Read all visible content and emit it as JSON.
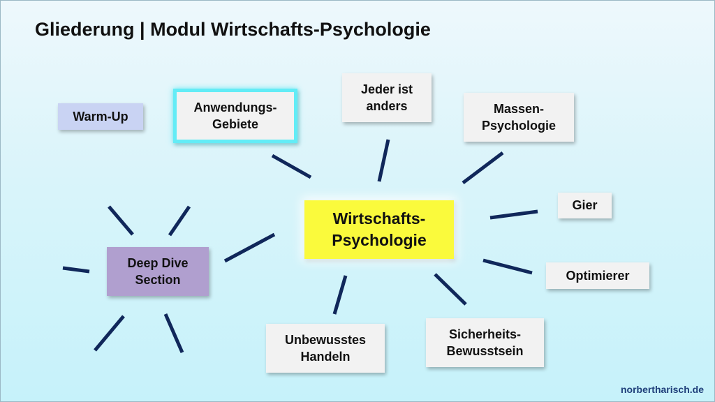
{
  "title": "Gliederung | Modul Wirtschafts-Psychologie",
  "center": "Wirtschafts-\nPsychologie",
  "nodes": {
    "warm_up": "Warm-Up",
    "anwendungsgebiete": "Anwendungs-\nGebiete",
    "jeder_ist_anders": "Jeder ist\nanders",
    "massenpsychologie": "Massen-\nPsychologie",
    "gier": "Gier",
    "optimierer": "Optimierer",
    "sicherheitsbewusstsein": "Sicherheits-\nBewusstsein",
    "unbewusstes_handeln": "Unbewusstes\nHandeln",
    "deep_dive": "Deep Dive\nSection"
  },
  "footer": "norbertharisch.de",
  "colors": {
    "ray": "#10275a",
    "center_fill": "#fafa3c",
    "deep_dive_fill": "#b09fcf",
    "warm_up_fill": "#c9d3f3",
    "highlight_border": "#63ecf6"
  }
}
